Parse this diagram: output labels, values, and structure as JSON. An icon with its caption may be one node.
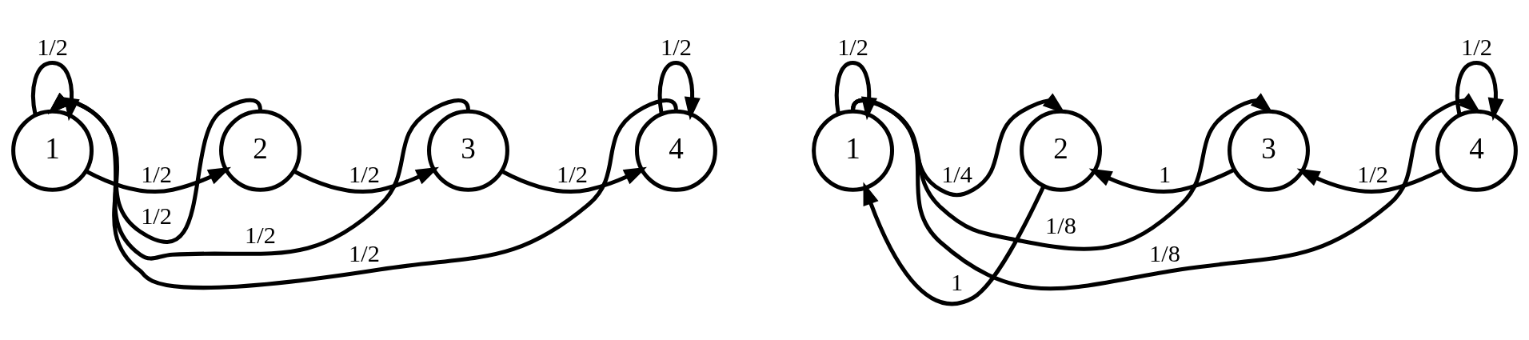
{
  "diagram": {
    "nodes": [
      {
        "text": [
          "1"
        ]
      },
      {
        "text": [
          "2"
        ]
      },
      {
        "text": [
          "3"
        ]
      },
      {
        "text": [
          "4"
        ]
      },
      {
        "text": [
          "1"
        ]
      },
      {
        "text": [
          "2"
        ]
      },
      {
        "text": [
          "3"
        ]
      },
      {
        "text": [
          "4"
        ]
      }
    ],
    "edges": [
      {
        "from": 0,
        "to": 1,
        "arrow": "to",
        "label": "1/2"
      },
      {
        "from": 1,
        "to": 2,
        "arrow": "to",
        "label": "1/2"
      },
      {
        "from": 2,
        "to": 3,
        "arrow": "to",
        "label": "1/2"
      },
      {
        "from": 0,
        "to": 0,
        "arrow": "to",
        "label": "1/2"
      },
      {
        "from": 3,
        "to": 3,
        "arrow": "to",
        "label": "1/2"
      },
      {
        "from": 1,
        "to": 0,
        "arrow": "to",
        "label": "1/2"
      },
      {
        "from": 2,
        "to": 0,
        "arrow": "to",
        "label": "1/2"
      },
      {
        "from": 3,
        "to": 0,
        "arrow": "to",
        "label": "1/2"
      },
      {
        "from": 5,
        "to": 4,
        "arrow": "to",
        "label": "1"
      },
      {
        "from": 6,
        "to": 5,
        "arrow": "to",
        "label": "1"
      },
      {
        "from": 7,
        "to": 6,
        "arrow": "to",
        "label": "1/2"
      },
      {
        "from": 4,
        "to": 4,
        "arrow": "to",
        "label": "1/2"
      },
      {
        "from": 7,
        "to": 7,
        "arrow": "to",
        "label": "1/2"
      },
      {
        "from": 4,
        "to": 5,
        "arrow": "to",
        "label": "1/4"
      },
      {
        "from": 4,
        "to": 6,
        "arrow": "to",
        "label": "1/8"
      },
      {
        "from": 4,
        "to": 7,
        "arrow": "to",
        "label": "1/8"
      }
    ]
  }
}
